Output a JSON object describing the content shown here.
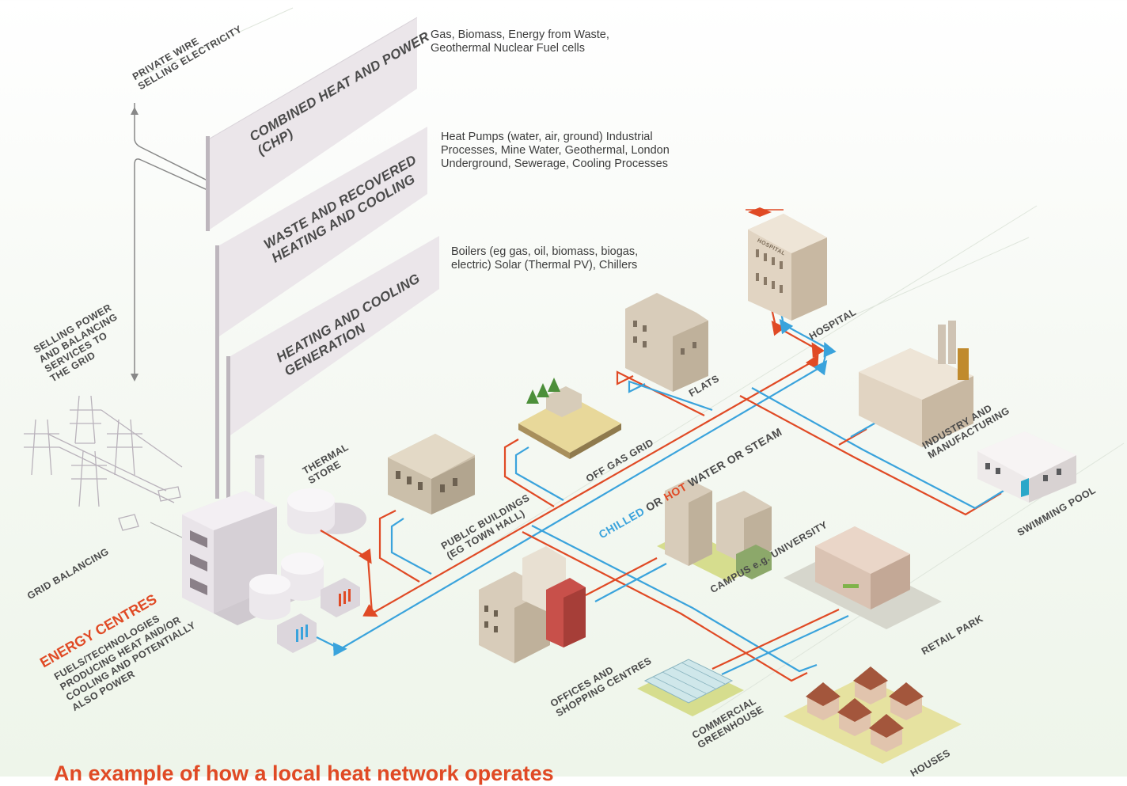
{
  "banners": {
    "chp": "COMBINED HEAT AND POWER\n(CHP)",
    "waste": "WASTE AND RECOVERED\nHEATING AND COOLING",
    "generation": "HEATING AND COOLING\nGENERATION"
  },
  "descriptions": {
    "chp": "Gas, Biomass, Energy from Waste,\nGeothermal Nuclear Fuel cells",
    "waste": "Heat Pumps (water, air, ground) Industrial\nProcesses, Mine Water, Geothermal, London\nUnderground, Sewerage, Cooling Processes",
    "generation": "Boilers (eg gas, oil, biomass, biogas,\nelectric) Solar (Thermal PV), Chillers"
  },
  "side_labels": {
    "private_wire": "PRIVATE WIRE\nSELLING ELECTRICITY",
    "selling_power": "SELLING POWER\nAND BALANCING\nSERVICES TO\nTHE GRID",
    "grid_balancing": "GRID BALANCING"
  },
  "energy_centres": {
    "title": "ENERGY CENTRES",
    "subtitle": "FUELS/TECHNOLOGIES\nPRODUCING HEAT AND/OR\nCOOLING AND POTENTIALLY\nALSO POWER"
  },
  "building_labels": {
    "thermal_store": "THERMAL\nSTORE",
    "public_buildings": "PUBLIC BUILDINGS\n(EG TOWN HALL)",
    "off_gas_grid": "OFF GAS GRID",
    "flats": "FLATS",
    "hospital": "HOSPITAL",
    "industry": "INDUSTRY AND\nMANUFACTURING",
    "swimming_pool": "SWIMMING POOL",
    "campus": "CAMPUS e.g. UNIVERSITY",
    "retail_park": "RETAIL PARK",
    "offices": "OFFICES AND\nSHOPPING CENTRES",
    "greenhouse": "COMMERCIAL\nGREENHOUSE",
    "houses": "HOUSES"
  },
  "pipe_label": {
    "chilled": "CHILLED",
    "or1": " OR ",
    "hot": "HOT",
    "rest": " WATER OR STEAM"
  },
  "hospital_sign": "HOSPITAL",
  "footer_title": "An example of how a local heat network operates",
  "colors": {
    "hot_pipe": "#e04a25",
    "chilled_pipe": "#3aa3dc",
    "accent": "#e04a25",
    "banner": "#ebe6ea",
    "text": "#4a4a4a"
  }
}
